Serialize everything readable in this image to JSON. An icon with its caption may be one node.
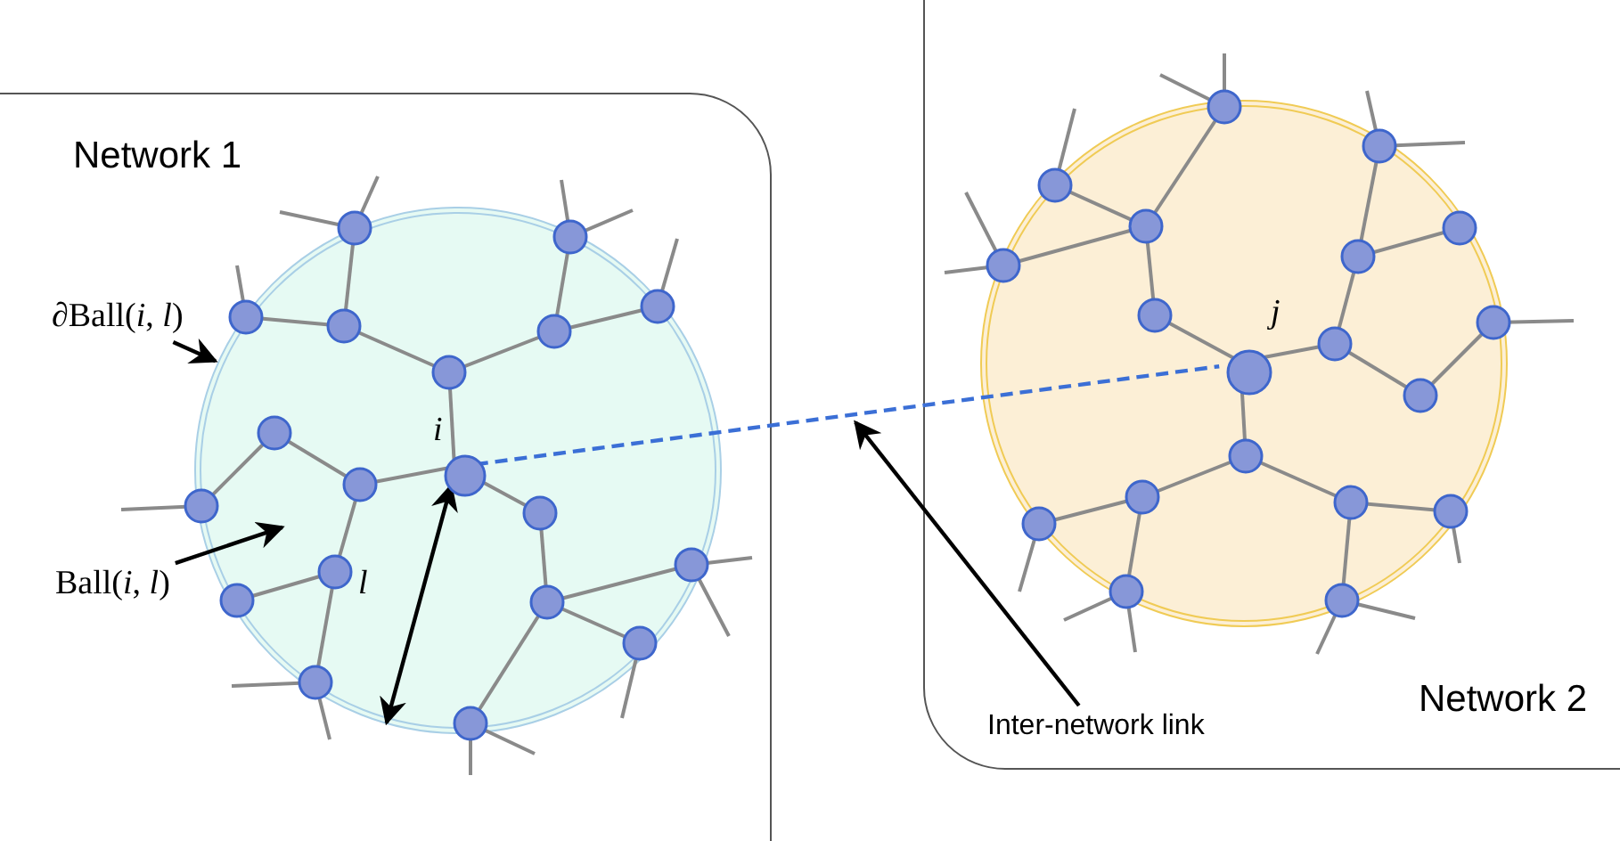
{
  "diagram": {
    "nodes": [
      {
        "text": [
          "Network 1"
        ]
      },
      {
        "text": [],
        "shape": "circle",
        "in": 0
      },
      {
        "text": [
          "*i*"
        ],
        "in": 1
      },
      {
        "text": [
          "Network 2"
        ]
      },
      {
        "text": [],
        "shape": "circle",
        "in": 3
      },
      {
        "text": [
          "*j*"
        ],
        "in": 4
      },
      {
        "text": [
          "∂Ball(*i*, *l*)"
        ],
        "in": 0
      },
      {
        "text": [
          "Ball(*i*, *l*)"
        ],
        "in": 0
      },
      {
        "text": [
          "Inter-network link"
        ],
        "in": 3
      }
    ],
    "edges": [
      {
        "from": 2,
        "to": 5,
        "arrow": "none",
        "style": "dashed",
        "color": "#3b6fd6"
      },
      {
        "from": 6,
        "to": 1,
        "arrow": "to"
      },
      {
        "from": 7,
        "to": 1,
        "arrow": "to"
      },
      {
        "from": 8,
        "to": null,
        "arrow": "to"
      },
      {
        "from": 2,
        "to": 1,
        "arrow": "both",
        "label": "*l*"
      }
    ]
  }
}
